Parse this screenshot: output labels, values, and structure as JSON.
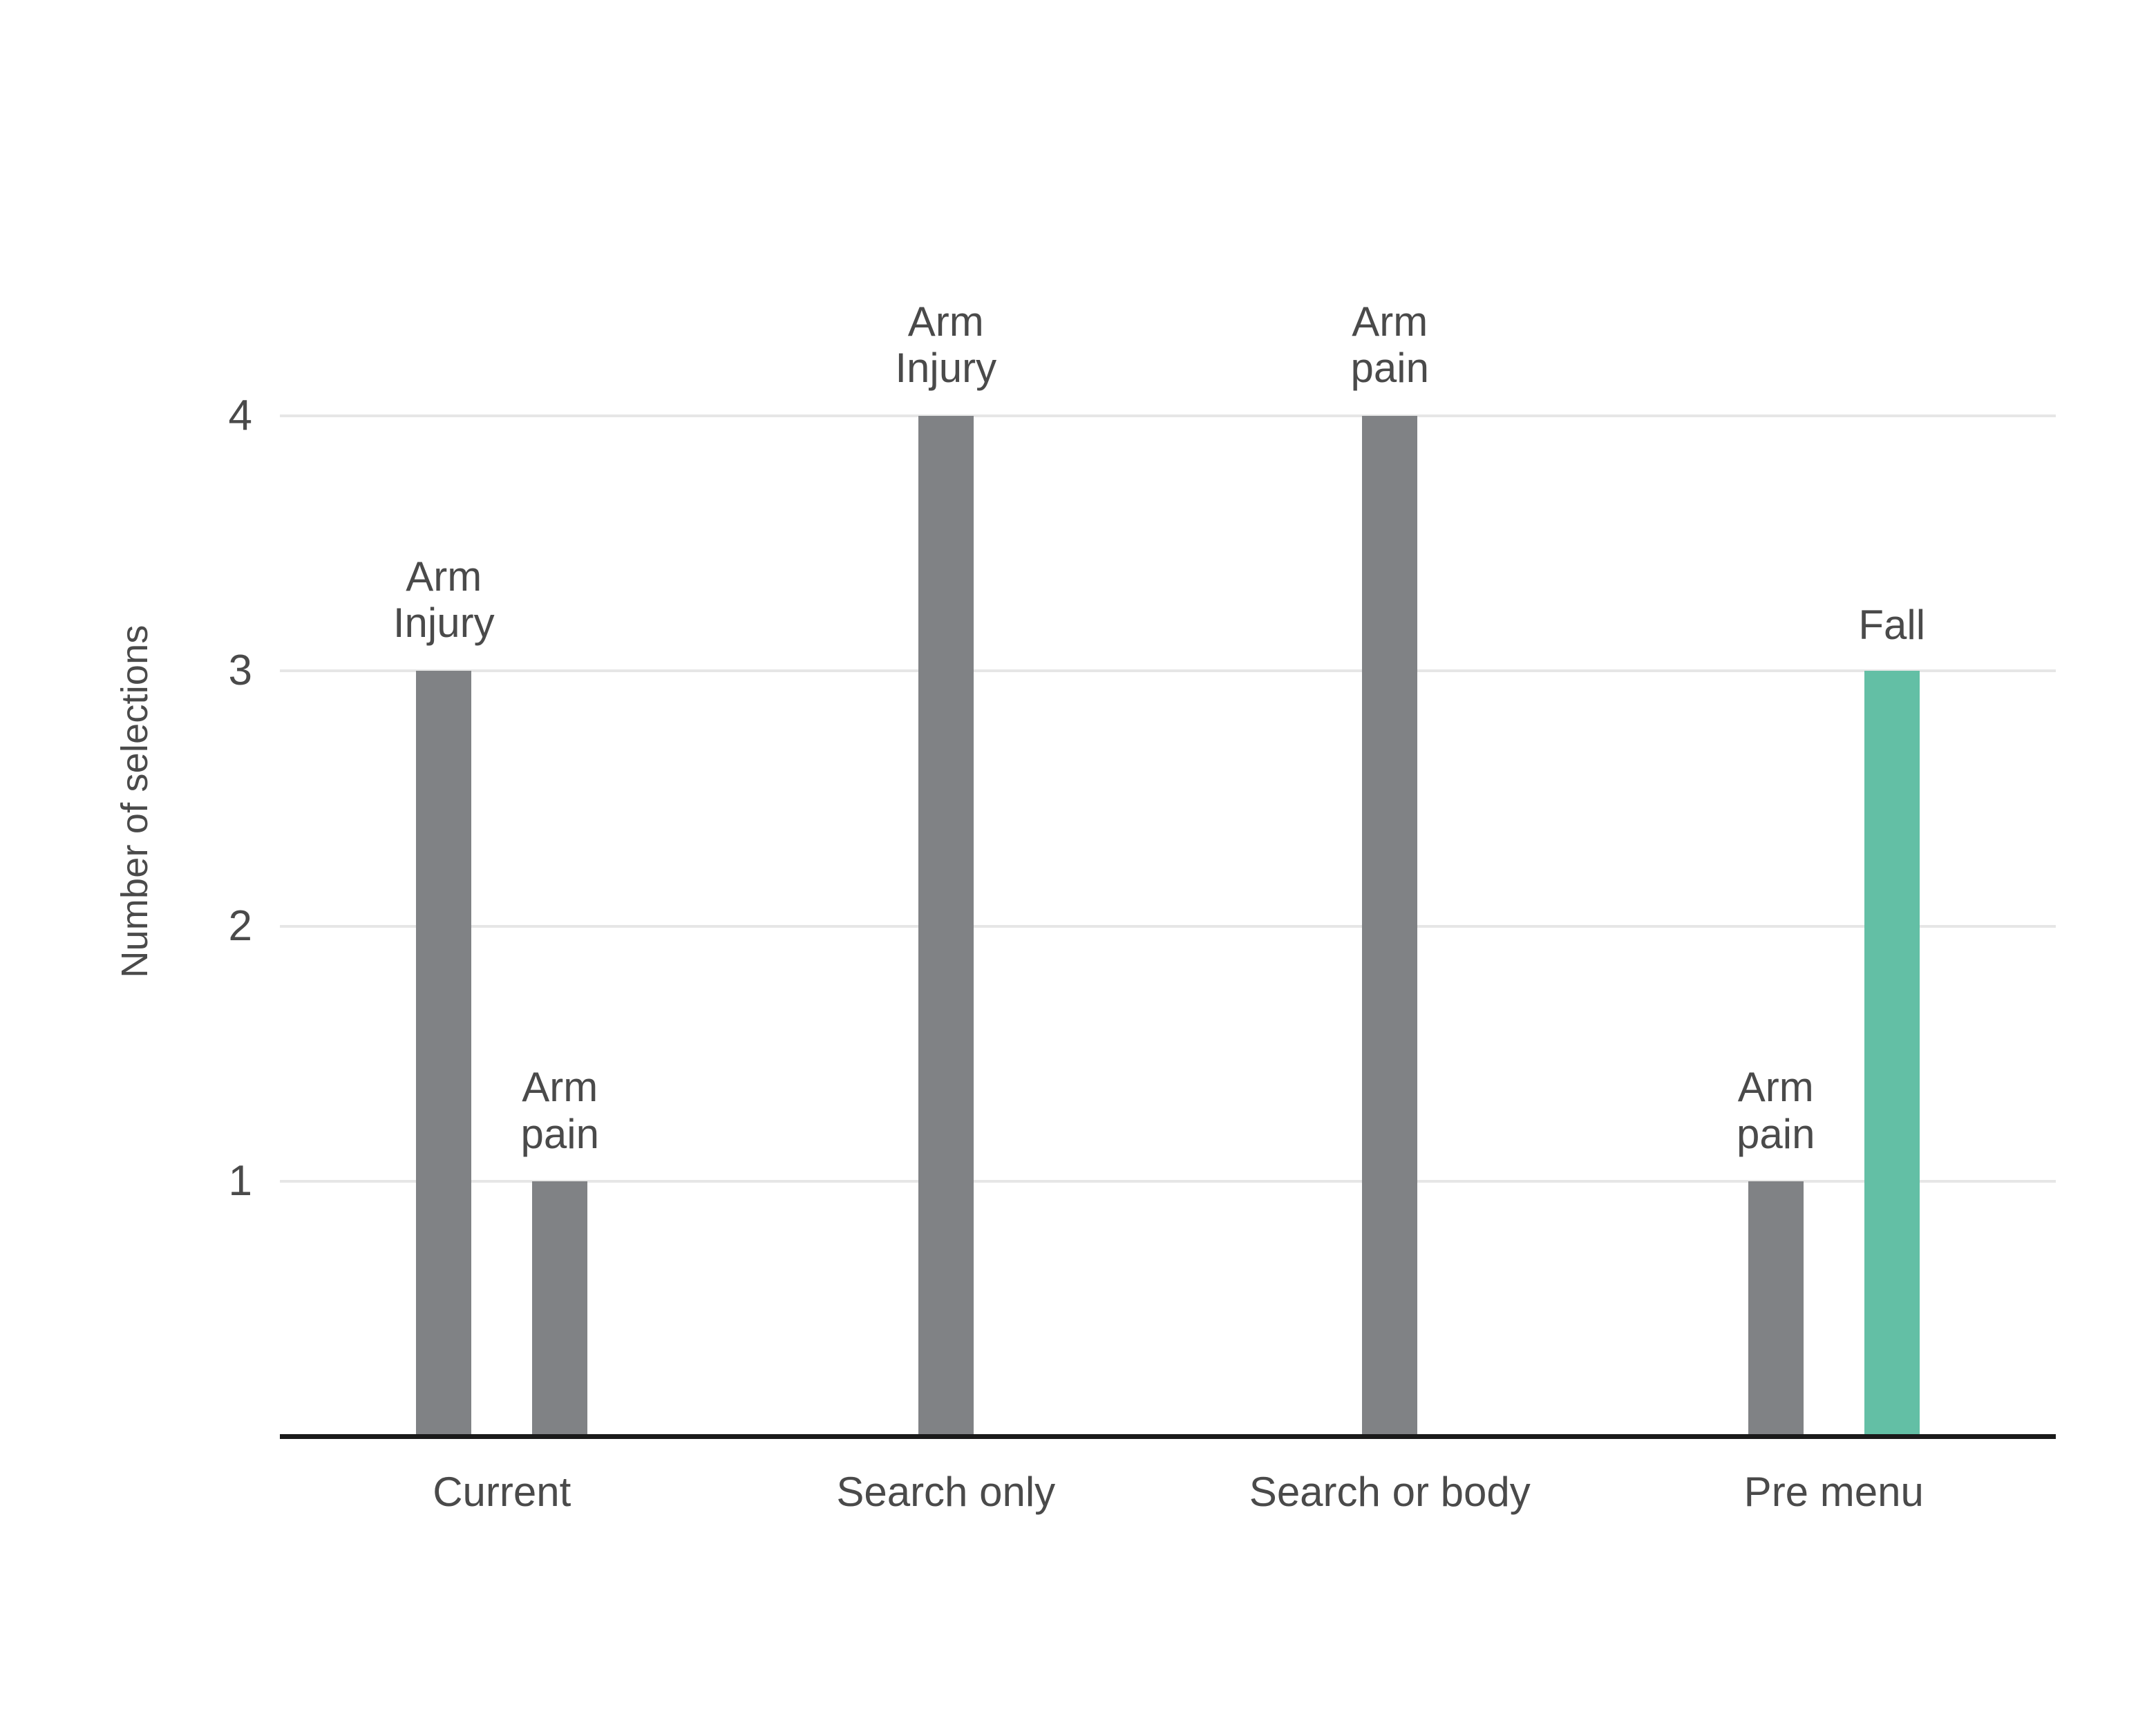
{
  "chart_data": {
    "type": "bar",
    "title": "",
    "subtitle": "",
    "xlabel": "",
    "ylabel": "Number of selections",
    "ylim": [
      0,
      4.6
    ],
    "y_ticks": [
      1,
      2,
      3,
      4
    ],
    "y_tick_labels": [
      "1",
      "2",
      "3",
      "4"
    ],
    "grid": "horizontal",
    "legend": "none",
    "categories": [
      "Current",
      "Search only",
      "Search or body",
      "Pre menu"
    ],
    "groups": [
      {
        "category": "Current",
        "bars": [
          {
            "label": "Arm\nInjury",
            "value": 3,
            "color": "#808285",
            "highlight": false
          },
          {
            "label": "Arm\npain",
            "value": 1,
            "color": "#808285",
            "highlight": false
          }
        ]
      },
      {
        "category": "Search only",
        "bars": [
          {
            "label": "Arm\nInjury",
            "value": 4,
            "color": "#808285",
            "highlight": false
          }
        ]
      },
      {
        "category": "Search or body",
        "bars": [
          {
            "label": "Arm\npain",
            "value": 4,
            "color": "#808285",
            "highlight": false
          }
        ]
      },
      {
        "category": "Pre menu",
        "bars": [
          {
            "label": "Arm\npain",
            "value": 1,
            "color": "#808285",
            "highlight": false
          },
          {
            "label": "Fall",
            "value": 3,
            "color": "#63bfa5",
            "highlight": true
          }
        ]
      }
    ],
    "colors": {
      "bar_default": "#808285",
      "bar_accent": "#63bfa5",
      "gridline": "#e6e6e6",
      "axis": "#1a1a1a",
      "text": "#4a4a4a",
      "background": "#ffffff"
    }
  }
}
